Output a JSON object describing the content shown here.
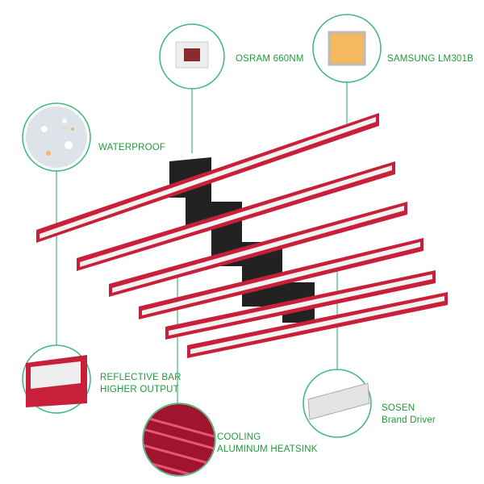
{
  "callouts": {
    "osram": "OSRAM 660NM",
    "samsung": "SAMSUNG LM301B",
    "waterproof": "WATERPROOF",
    "reflective_line1": "REFLECTIVE BAR",
    "reflective_line2": "HIGHER OUTPUT",
    "cooling_line1": "COOLING",
    "cooling_line2": "ALUMINUM HEATSINK",
    "sosen_line1": "SOSEN",
    "sosen_line2": "Brand Driver"
  },
  "colors": {
    "accent": "#1f9a3b",
    "circle": "#3cb878",
    "bar": "#c8203a"
  }
}
